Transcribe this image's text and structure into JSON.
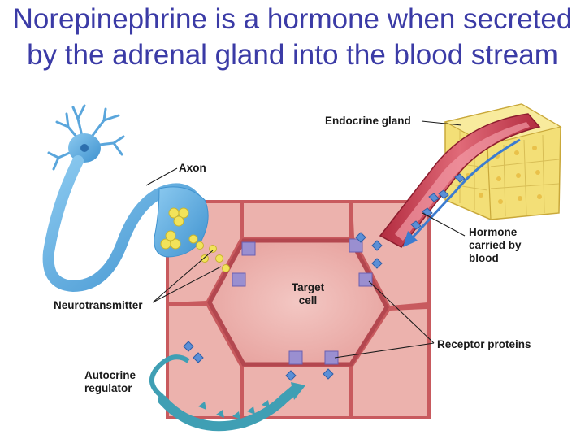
{
  "slide": {
    "title": "Norepinephrine is a hormone when secreted by the adrenal gland into the blood stream"
  },
  "diagram": {
    "labels": {
      "endocrine_gland": "Endocrine gland",
      "axon": "Axon",
      "hormone": "Hormone",
      "hormone_line2": "carried by",
      "hormone_line3": "blood",
      "target_cell": "Target",
      "target_cell_line2": "cell",
      "neurotransmitter": "Neurotransmitter",
      "receptor_proteins": "Receptor proteins",
      "autocrine": "Autocrine",
      "autocrine_line2": "regulator"
    }
  },
  "colors": {
    "title": "#3b3ba6",
    "neuron": "#5aa6dc",
    "tissue": "#e9a7a2",
    "vessel": "#c2384a",
    "gland": "#f3df77",
    "receptor": "#9a8fd0",
    "hormone": "#5b8fd6",
    "vesicle": "#f2e35a"
  }
}
